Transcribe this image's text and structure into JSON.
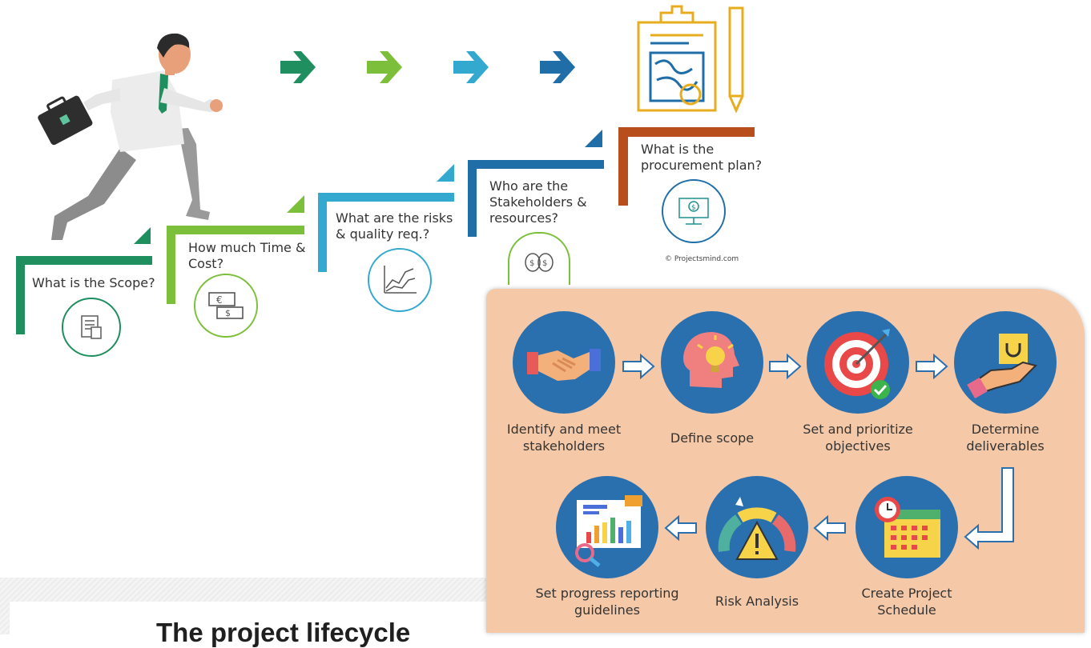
{
  "stairs": {
    "steps": [
      {
        "label": "What is the Scope?",
        "color": "#1f8f5f"
      },
      {
        "label": "How much Time & Cost?",
        "color": "#7cbf3a"
      },
      {
        "label": "What are the risks & quality req.?",
        "color": "#33a9cf"
      },
      {
        "label": "Who are the Stakeholders & resources?",
        "color": "#1f6ea8"
      },
      {
        "label": "What is the procurement plan?",
        "color": "#b84e1c"
      }
    ],
    "arrow_colors": [
      "#1f8f5f",
      "#7cbf3a",
      "#33a9cf",
      "#1f6ea8"
    ],
    "credit": "© Projectsmind.com"
  },
  "panel": {
    "background": "#f5c9a8",
    "steps": [
      {
        "label": "Identify and meet stakeholders",
        "icon": "handshake-icon"
      },
      {
        "label": "Define scope",
        "icon": "head-lightbulb-icon"
      },
      {
        "label": "Set and prioritize objectives",
        "icon": "target-icon"
      },
      {
        "label": "Determine deliverables",
        "icon": "hand-bag-icon"
      },
      {
        "label": "Create Project Schedule",
        "icon": "calendar-clock-icon"
      },
      {
        "label": "Risk Analysis",
        "icon": "risk-gauge-icon"
      },
      {
        "label": "Set progress reporting guidelines",
        "icon": "report-chart-icon"
      }
    ]
  },
  "footer": {
    "title": "The project lifecycle"
  }
}
